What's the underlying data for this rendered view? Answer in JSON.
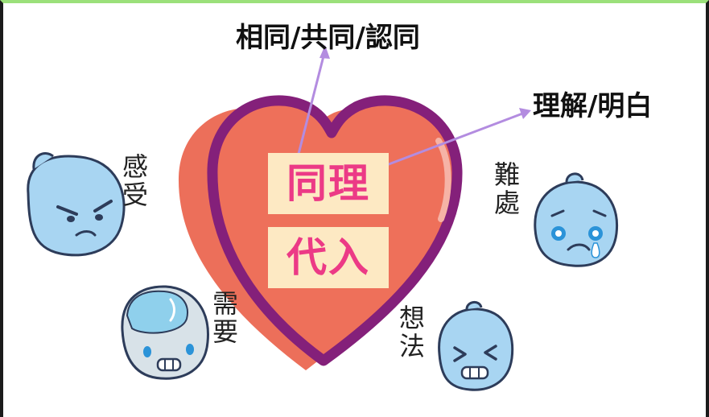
{
  "center": {
    "line1": "同理",
    "line2": "代入"
  },
  "pointers": {
    "top": "相同/共同/認同",
    "right": "理解/明白"
  },
  "feelings": {
    "left_top": "感受",
    "left_bottom": "需要",
    "right_top": "難處",
    "right_bottom": "想法"
  },
  "colors": {
    "heart_fill": "#ec6f5a",
    "heart_outline": "#84207a",
    "arrow": "#b38ce0",
    "box_bg": "#fde9c3",
    "box_text": "#ec3a86",
    "face_blue": "#a8d5f2",
    "frame_top": "#9be07a"
  }
}
